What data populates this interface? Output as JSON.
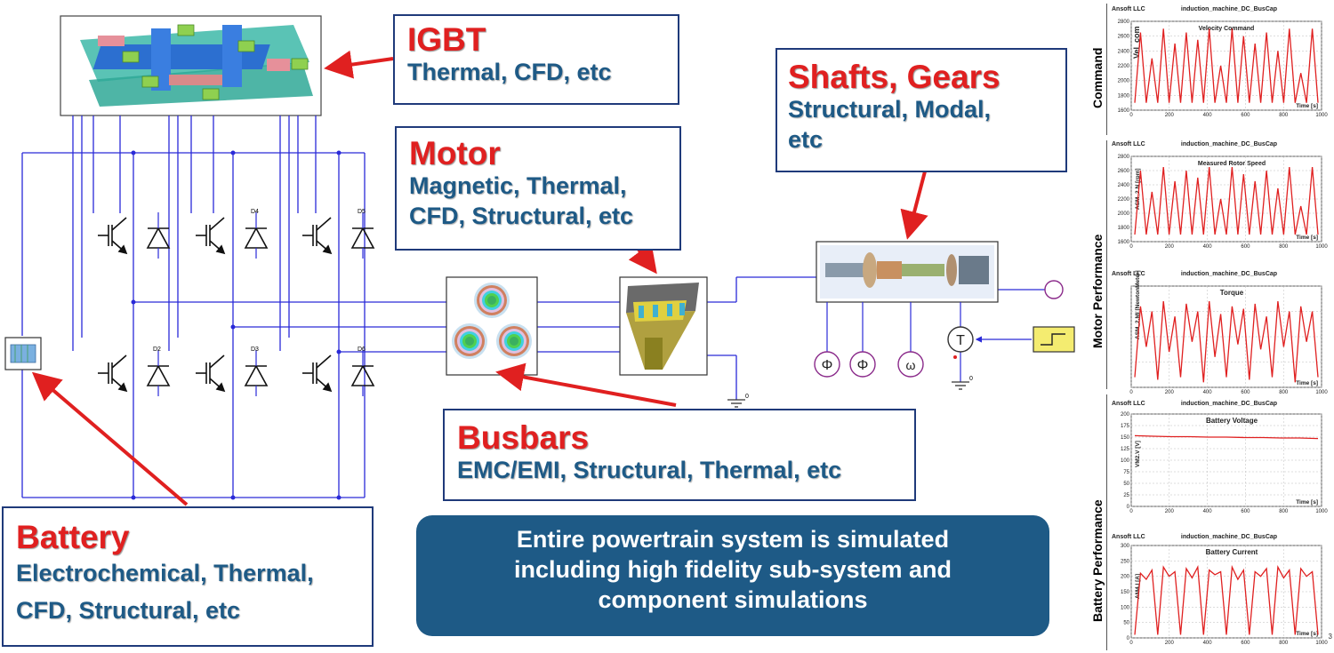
{
  "callouts": {
    "igbt": {
      "title": "IGBT",
      "desc": [
        "Thermal, CFD, etc"
      ]
    },
    "motor": {
      "title": "Motor",
      "desc": [
        "Magnetic, Thermal,",
        "CFD, Structural, etc"
      ]
    },
    "shafts": {
      "title": "Shafts, Gears",
      "desc": [
        "Structural, Modal,",
        "etc"
      ]
    },
    "busbars": {
      "title": "Busbars",
      "desc": [
        "EMC/EMI, Structural, Thermal, etc"
      ]
    },
    "battery": {
      "title": "Battery",
      "desc": [
        "Electrochemical, Thermal,",
        "CFD, Structural, etc"
      ]
    }
  },
  "summary": [
    "Entire powertrain system is simulated",
    "including high fidelity sub-system and",
    "component simulations"
  ],
  "schematic": {
    "diode_labels": [
      "D4",
      "D5",
      "D2",
      "D3",
      "D6"
    ],
    "sensor_labels": [
      "Φ",
      "Φ",
      "ω"
    ],
    "torque_label": "T",
    "ground_label": "0"
  },
  "plot_groups": [
    "Command",
    "Motor Performance",
    "Battery Performance"
  ],
  "colors": {
    "accent_red": "#e02020",
    "text_blue": "#1e5a86",
    "border": "#1f3a7a",
    "wire": "#2a2ad8",
    "trace": "#e02020"
  },
  "page_number": "3",
  "chart_data": [
    {
      "type": "line",
      "header": "Ansoft LLC",
      "design": "induction_machine_DC_BusCap",
      "title": "Velocity Command",
      "ylabel": "Vel_com",
      "xlabel": "Time [s]",
      "xlim": [
        0,
        1000
      ],
      "ylim": [
        1600,
        2800
      ],
      "x_ticks": [
        "0",
        "200",
        "400",
        "600",
        "800",
        "1000"
      ],
      "y_ticks": [
        "1600",
        "1800",
        "2000",
        "2200",
        "2400",
        "2600",
        "2800"
      ],
      "series": [
        {
          "values": [
            1700,
            2650,
            1700,
            2300,
            1700,
            2700,
            1700,
            2500,
            1700,
            2650,
            1700,
            2550,
            1700,
            2700,
            1700,
            2200,
            1700,
            2700,
            1700,
            2600,
            1700,
            2500,
            1700,
            2650,
            1700,
            2400,
            1700,
            2700,
            1700,
            2100,
            1700,
            2700,
            1700
          ]
        }
      ]
    },
    {
      "type": "line",
      "header": "Ansoft LLC",
      "design": "induction_machine_DC_BusCap",
      "title": "Measured Rotor Speed",
      "ylabel": "ASM_2.N [rpm]",
      "xlabel": "Time [s]",
      "xlim": [
        0,
        1000
      ],
      "ylim": [
        1600,
        2800
      ],
      "x_ticks": [
        "0",
        "200",
        "400",
        "600",
        "800",
        "1000"
      ],
      "y_ticks": [
        "1600",
        "1800",
        "2000",
        "2200",
        "2400",
        "2600",
        "2800"
      ],
      "series": [
        {
          "values": [
            1700,
            2600,
            1700,
            2300,
            1700,
            2650,
            1700,
            2450,
            1700,
            2600,
            1700,
            2500,
            1700,
            2650,
            1700,
            2200,
            1700,
            2650,
            1700,
            2550,
            1700,
            2450,
            1700,
            2600,
            1700,
            2350,
            1700,
            2650,
            1700,
            2100,
            1700,
            2650,
            1700
          ]
        }
      ]
    },
    {
      "type": "line",
      "header": "Ansoft LLC",
      "design": "induction_machine_DC_BusCap",
      "title": "Torque",
      "ylabel": "ASM_2.MI [NewtonMeter]",
      "xlabel": "Time [s]",
      "xlim": [
        0,
        1000
      ],
      "x_ticks": [
        "0",
        "200",
        "400",
        "600",
        "800",
        "1000"
      ],
      "series": [
        {
          "values": [
            20,
            160,
            80,
            150,
            15,
            170,
            70,
            140,
            20,
            165,
            90,
            150,
            10,
            170,
            60,
            145,
            20,
            160,
            85,
            155,
            15,
            165,
            75,
            140,
            20,
            170,
            80,
            150,
            10,
            160,
            90,
            150,
            20
          ]
        }
      ]
    },
    {
      "type": "line",
      "header": "Ansoft LLC",
      "design": "induction_machine_DC_BusCap",
      "title": "Battery Voltage",
      "ylabel": "VM2.V [V]",
      "xlabel": "Time [s]",
      "xlim": [
        0,
        1000
      ],
      "ylim": [
        0,
        200
      ],
      "x_ticks": [
        "0",
        "200",
        "400",
        "600",
        "800",
        "1000"
      ],
      "y_ticks": [
        "0",
        "25",
        "50",
        "75",
        "100",
        "125",
        "150",
        "175",
        "200"
      ],
      "series": [
        {
          "values": [
            153,
            152,
            151,
            151,
            150,
            150,
            149,
            149,
            148,
            148,
            147
          ]
        }
      ]
    },
    {
      "type": "line",
      "header": "Ansoft LLC",
      "design": "induction_machine_DC_BusCap",
      "title": "Battery Current",
      "ylabel": "AM4.I [A]",
      "xlabel": "Time [s]",
      "xlim": [
        0,
        1000
      ],
      "ylim": [
        0,
        300
      ],
      "x_ticks": [
        "0",
        "200",
        "400",
        "600",
        "800",
        "1000"
      ],
      "y_ticks": [
        "0",
        "50",
        "100",
        "150",
        "200",
        "250",
        "300"
      ],
      "series": [
        {
          "values": [
            10,
            210,
            190,
            220,
            10,
            230,
            200,
            215,
            10,
            225,
            195,
            230,
            10,
            220,
            205,
            215,
            10,
            230,
            190,
            220,
            10,
            215,
            200,
            225,
            10,
            230,
            195,
            220,
            10,
            225,
            200,
            215,
            10
          ]
        }
      ]
    }
  ]
}
